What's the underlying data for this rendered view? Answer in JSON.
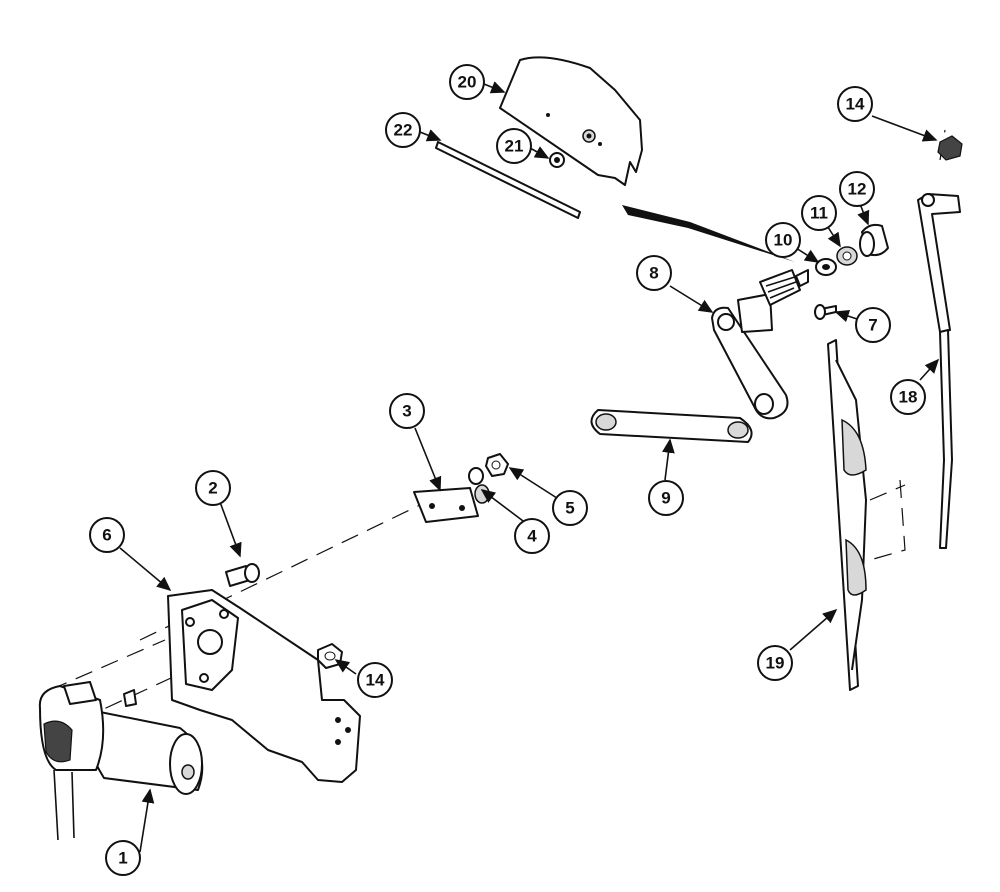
{
  "callouts": [
    {
      "id": "c1",
      "label": "1"
    },
    {
      "id": "c2",
      "label": "2"
    },
    {
      "id": "c3",
      "label": "3"
    },
    {
      "id": "c4",
      "label": "4"
    },
    {
      "id": "c5",
      "label": "5"
    },
    {
      "id": "c6",
      "label": "6"
    },
    {
      "id": "c7",
      "label": "7"
    },
    {
      "id": "c8",
      "label": "8"
    },
    {
      "id": "c9",
      "label": "9"
    },
    {
      "id": "c10",
      "label": "10"
    },
    {
      "id": "c11",
      "label": "11"
    },
    {
      "id": "c12",
      "label": "12"
    },
    {
      "id": "c14a",
      "label": "14"
    },
    {
      "id": "c14b",
      "label": "14"
    },
    {
      "id": "c18",
      "label": "18"
    },
    {
      "id": "c19",
      "label": "19"
    },
    {
      "id": "c20",
      "label": "20"
    },
    {
      "id": "c21",
      "label": "21"
    },
    {
      "id": "c22",
      "label": "22"
    }
  ]
}
